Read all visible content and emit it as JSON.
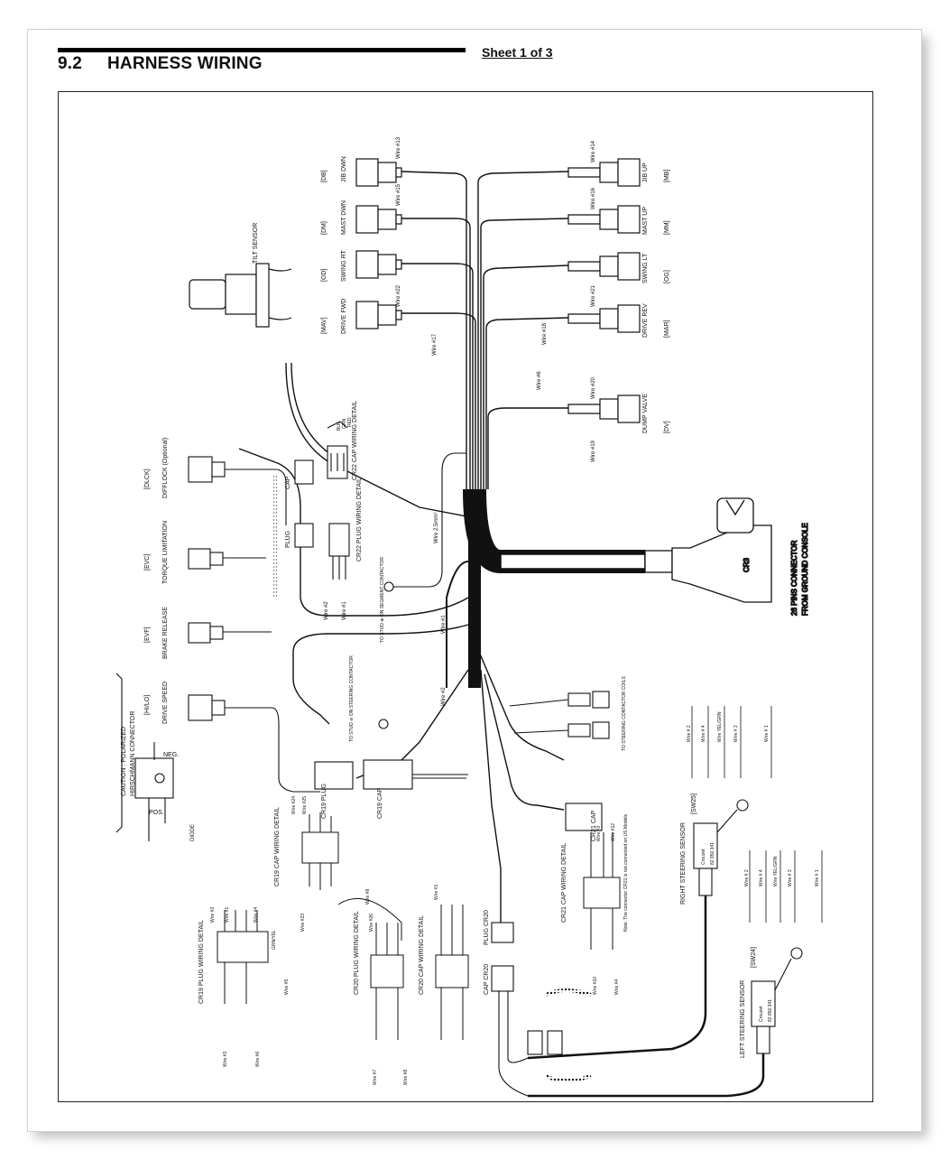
{
  "header": {
    "section_number": "9.2",
    "section_title": "HARNESS WIRING",
    "sheet_label": "Sheet 1 of 3"
  },
  "diagram": {
    "connectors_right": [
      {
        "code": "[MB]",
        "name": "JIB UP",
        "wire": "Wire #14"
      },
      {
        "code": "[MM]",
        "name": "MAST UP",
        "wire": "Wire #16"
      },
      {
        "code": "[OG]",
        "name": "SWING LT",
        "wire": "Wire #21"
      },
      {
        "code": "[MAR]",
        "name": "DRIVE REV",
        "wire": "Wire #18"
      },
      {
        "code": "[DV]",
        "name": "DUMP VALVE",
        "wire": "Wire #20"
      }
    ],
    "connectors_left": [
      {
        "code": "[DB]",
        "name": "JIB DWN",
        "wire": "Wire #13"
      },
      {
        "code": "[DM]",
        "name": "MAST DWN",
        "wire": "Wire #15"
      },
      {
        "code": "[OD]",
        "name": "SWING RT",
        "wire": "Wire #22"
      },
      {
        "code": "[MAV]",
        "name": "DRIVE FWD",
        "wire": "Wire #17"
      }
    ],
    "connectors_far_left": [
      {
        "code": "[DLCK]",
        "name": "DIFFLOCK (Optional)"
      },
      {
        "code": "[EVC]",
        "name": "TORQUE LIMITATION"
      },
      {
        "code": "[EVF]",
        "name": "BRAKE RELEASE"
      },
      {
        "code": "[HI/LO]",
        "name": "DRIVE SPEED"
      }
    ],
    "tilt_sensor": "TILT SENSOR",
    "cr22_cap": "CR22 CAP WIRING DETAIL",
    "cr22_plug": "CR22 PLUG WIRING DETAIL",
    "cr22_wire_colors": [
      "BLK",
      "GRN",
      "RED"
    ],
    "cr3_label": "CR3",
    "cr3_desc_1": "26 PINS CONNECTOR",
    "cr3_desc_2": "FROM GROUND CONSOLE",
    "wire_gauge": "Wire 2.5mm²",
    "wire_1": "Wire #1",
    "wire_2": "Wire #2",
    "wire_6": "Wire #6",
    "wire_19": "Wire #19",
    "stud_note_1": "TO STUD ⊕ ON SEGMENT CONTACTOR",
    "stud_note_2": "TO STUD ⊖ ON STEERING CONTACTOR",
    "contactor_note": "TO STEERING CONTACTOR COILS",
    "caution_1": "CAUTION : POLARIZED",
    "caution_2": "HIRSCHMANN CONNECTOR",
    "diode_pos": "POS.",
    "diode_neg": "NEG.",
    "diode": "DIODE",
    "cr19_plug": "CR19 PLUG",
    "cr19_cap": "CR19 CAP",
    "cr19_cap_detail": "CR19 CAP WIRING DETAIL",
    "cr19_plug_detail": "CR19 PLUG WIRING DETAIL",
    "cr20_plug_detail": "CR20 PLUG WIRING DETAIL",
    "cr20_cap_detail": "CR20 CAP WIRING DETAIL",
    "cr20_plug": "PLUG CR20",
    "cr20_cap": "CAP CR20",
    "cr21_cap": "CR21 CAP",
    "cr21_detail": "CR21 CAP WIRING DETAIL",
    "cr21_note": "Note: The connector CR21 is not connected on US Models",
    "right_sensor": "RIGHT STEERING SENSOR",
    "right_sensor_code": "[SW25]",
    "left_sensor": "LEFT STEERING SENSOR",
    "left_sensor_code": "[SW24]",
    "sensor_part": "82 850 341",
    "sensor_brand": "Crouzet",
    "sw_wires": [
      "Wire # 2",
      "Wire # 4",
      "Wire YEL/GRN",
      "Wire # 3",
      "Wire # 1"
    ],
    "cr19_wires": [
      "Wire #24",
      "Wire #25",
      "Wire #23",
      "Wire #8",
      "Wire #2",
      "Wire #1",
      "Wire #4",
      "GRN/YEL",
      "Wire #5",
      "Wire #3",
      "Wire #6"
    ],
    "cr20_wires": [
      "Wire #26",
      "Wire #1",
      "Wire #7",
      "Wire #8"
    ],
    "cr21_wires": [
      "Wire #3",
      "Wire #12",
      "Wire #10",
      "Wire #4"
    ]
  }
}
